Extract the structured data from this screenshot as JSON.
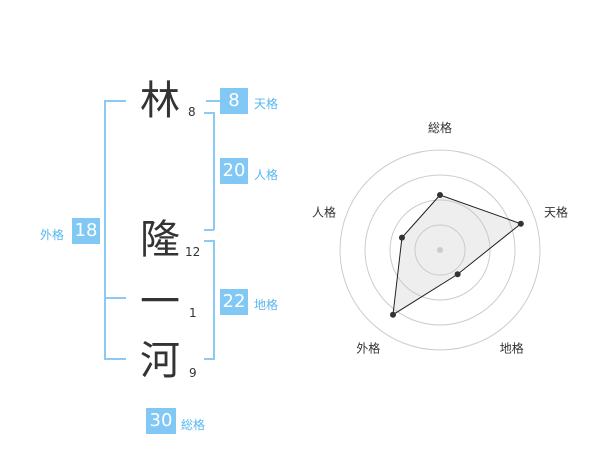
{
  "name": {
    "chars": [
      {
        "char": "林",
        "strokes": "8"
      },
      {
        "char": "隆",
        "strokes": "12"
      },
      {
        "char": "一",
        "strokes": "1"
      },
      {
        "char": "河",
        "strokes": "9"
      }
    ]
  },
  "kaku": {
    "tenkaku": {
      "value": "8",
      "label": "天格"
    },
    "jinkaku": {
      "value": "20",
      "label": "人格"
    },
    "chikaku": {
      "value": "22",
      "label": "地格"
    },
    "gaikaku": {
      "value": "18",
      "label": "外格"
    },
    "soukaku": {
      "value": "30",
      "label": "総格"
    }
  },
  "colors": {
    "accent": "#81c8f4",
    "bracket": "#8bcaf5",
    "text": "#333333"
  },
  "chart_data": {
    "type": "radar",
    "axes": [
      "総格",
      "天格",
      "地格",
      "外格",
      "人格"
    ],
    "values": [
      0.55,
      0.85,
      0.3,
      0.8,
      0.4
    ],
    "rings": 4,
    "grid": true
  }
}
